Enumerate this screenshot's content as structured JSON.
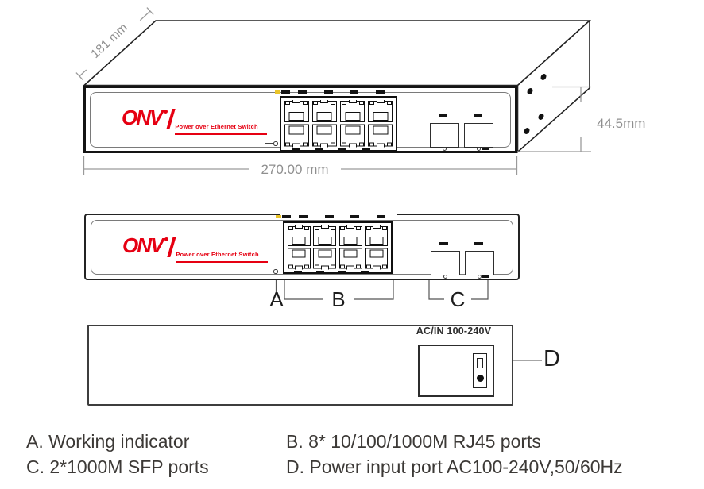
{
  "logo": {
    "name": "ONV",
    "tagline": "Power over Ethernet Switch"
  },
  "views": {
    "perspective": {
      "dim_depth": "181 mm",
      "dim_width": "270.00 mm",
      "dim_height": "44.5mm"
    },
    "front": {
      "callout_a": "A",
      "callout_b": "B",
      "callout_c": "C"
    },
    "rear": {
      "power_label": "AC/IN 100-240V",
      "callout_d": "D"
    }
  },
  "legend": {
    "items": [
      "A. Working indicator",
      "B. 8* 10/100/1000M RJ45 ports",
      "C. 2*1000M SFP ports",
      "D. Power input port AC100-240V,50/60Hz"
    ]
  },
  "ports": {
    "rj45_rows": 2,
    "rj45_cols": 4,
    "sfp_count": 2,
    "led_count": 5
  },
  "colors": {
    "brand_red": "#e60012",
    "led_yellow": "#eac428",
    "line_dark": "#141414",
    "dim_gray": "#8f8f8f"
  }
}
